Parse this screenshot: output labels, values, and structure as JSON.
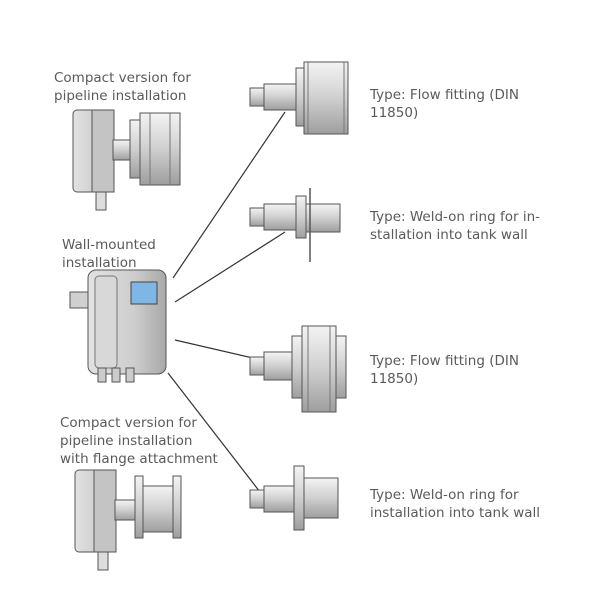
{
  "left_labels": {
    "compact_pipeline": "Compact version for\npipeline installation",
    "wall_mounted": "Wall-mounted\ninstallation",
    "compact_flange": "Compact version for\npipeline installation\nwith flange attachment"
  },
  "right_labels": {
    "type_1": "Type: Flow fitting (DIN\n11850)",
    "type_2": "Type: Weld-on ring for in-\nstallation into tank wall",
    "type_3": "Type: Flow fitting (DIN\n11850)",
    "type_4": "Type: Weld-on ring for\ninstallation into tank wall"
  },
  "colors": {
    "line": "#333333",
    "housing": "#d9d9d9",
    "housing_dark": "#9a9a9a",
    "display": "#7fb6e6"
  }
}
